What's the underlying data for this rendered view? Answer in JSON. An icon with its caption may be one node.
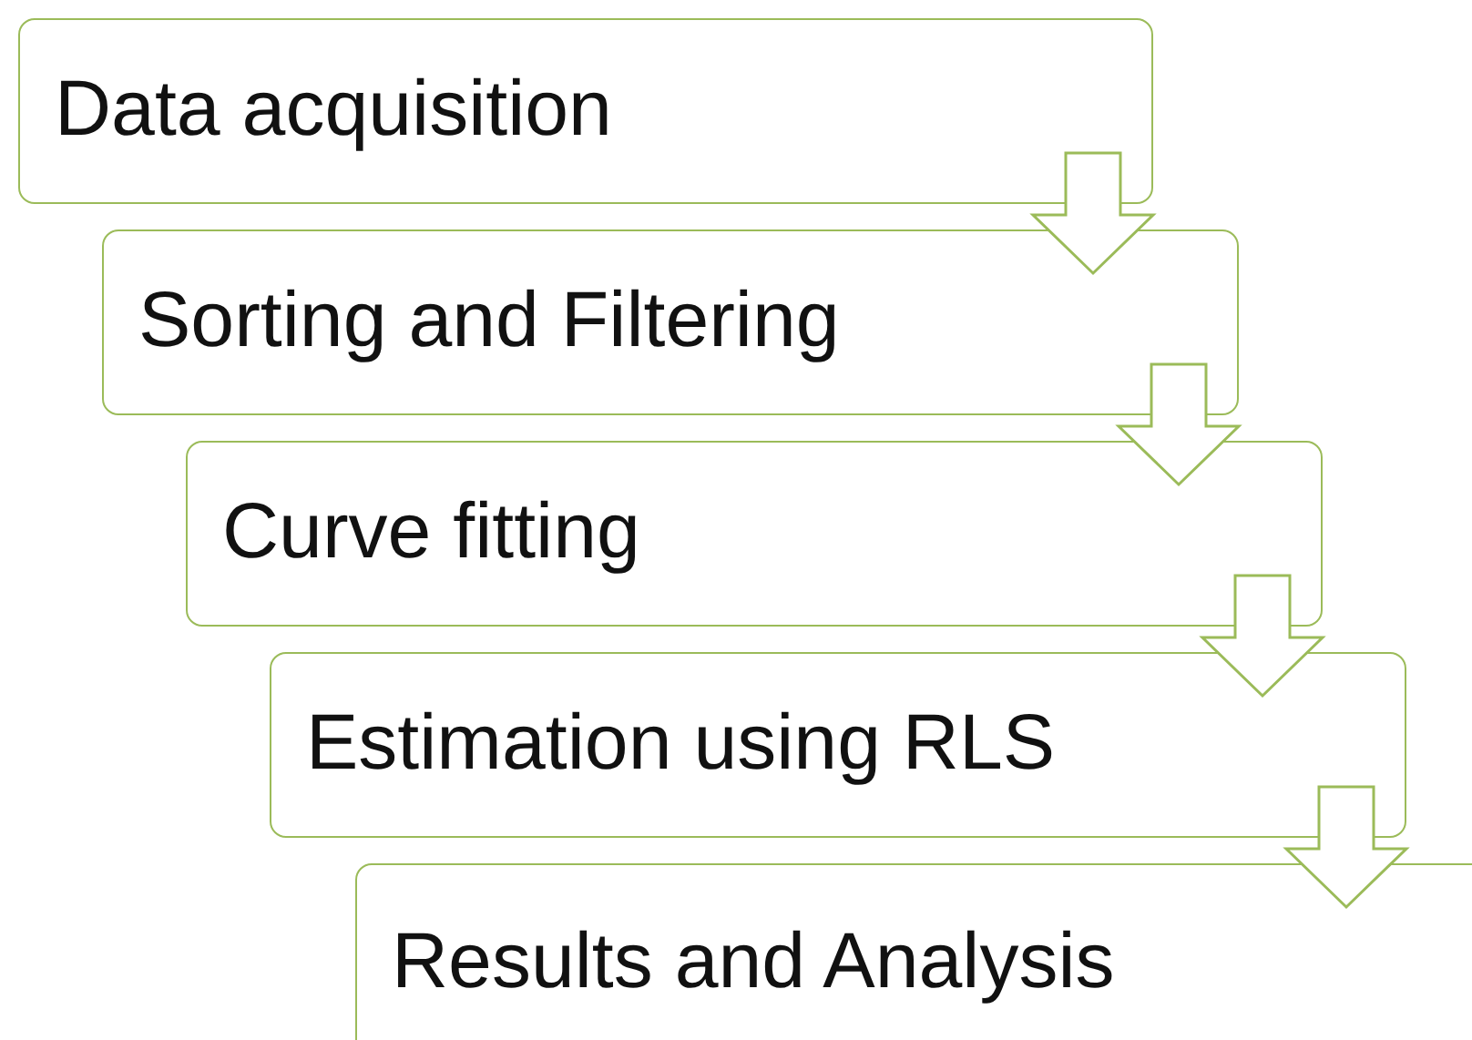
{
  "diagram": {
    "nodes": [
      {
        "text": [
          "Data acquisition"
        ]
      },
      {
        "text": [
          "Sorting and Filtering"
        ]
      },
      {
        "text": [
          "Curve fitting"
        ]
      },
      {
        "text": [
          "Estimation using RLS"
        ]
      },
      {
        "text": [
          "Results and Analysis"
        ]
      }
    ],
    "edges": [
      {
        "from": 0,
        "to": 1,
        "arrow": "to"
      },
      {
        "from": 1,
        "to": 2,
        "arrow": "to"
      },
      {
        "from": 2,
        "to": 3,
        "arrow": "to"
      },
      {
        "from": 3,
        "to": 4,
        "arrow": "to"
      }
    ]
  }
}
